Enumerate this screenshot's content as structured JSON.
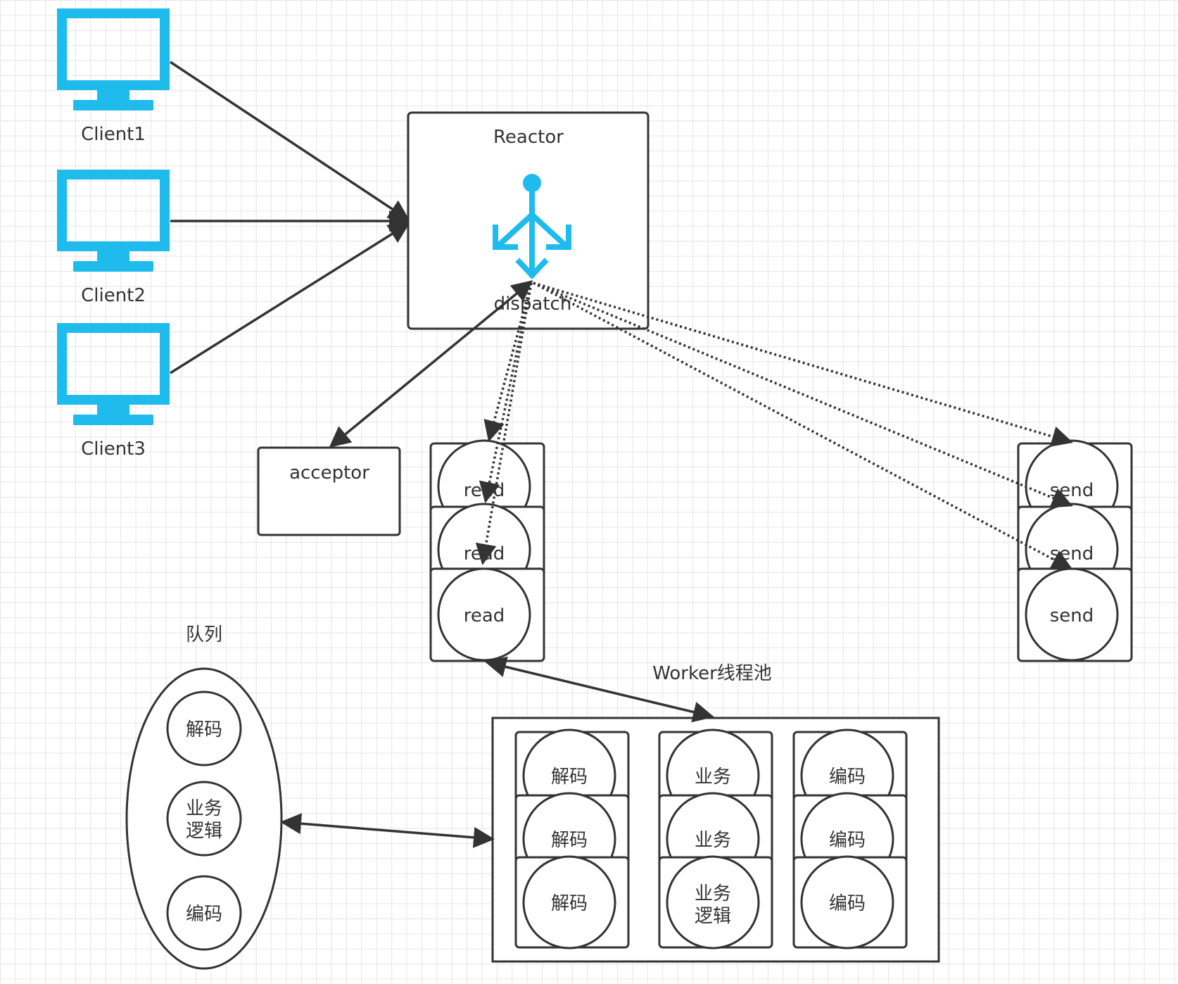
{
  "diagram": {
    "clients": [
      {
        "label": "Client1"
      },
      {
        "label": "Client2"
      },
      {
        "label": "Client3"
      }
    ],
    "reactor": {
      "title": "Reactor",
      "dispatch_label": "dispatch"
    },
    "acceptor": {
      "label": "acceptor"
    },
    "read_stack": [
      "read",
      "read",
      "read"
    ],
    "send_stack": [
      "send",
      "send",
      "send"
    ],
    "queue": {
      "title": "队列",
      "items": [
        {
          "lines": [
            "解码"
          ]
        },
        {
          "lines": [
            "业务",
            "逻辑"
          ]
        },
        {
          "lines": [
            "编码"
          ]
        }
      ]
    },
    "worker_pool": {
      "title": "Worker线程池",
      "columns": [
        {
          "items": [
            "解码",
            "解码",
            "解码"
          ]
        },
        {
          "items": [
            "业务",
            "业务",
            "业务 逻辑"
          ]
        },
        {
          "items": [
            "编码",
            "编码",
            "编码"
          ]
        }
      ]
    }
  },
  "colors": {
    "icon_blue": "#1ebbec",
    "stroke": "#333333",
    "background": "#ffffff",
    "grid": "#e6e6e6"
  }
}
